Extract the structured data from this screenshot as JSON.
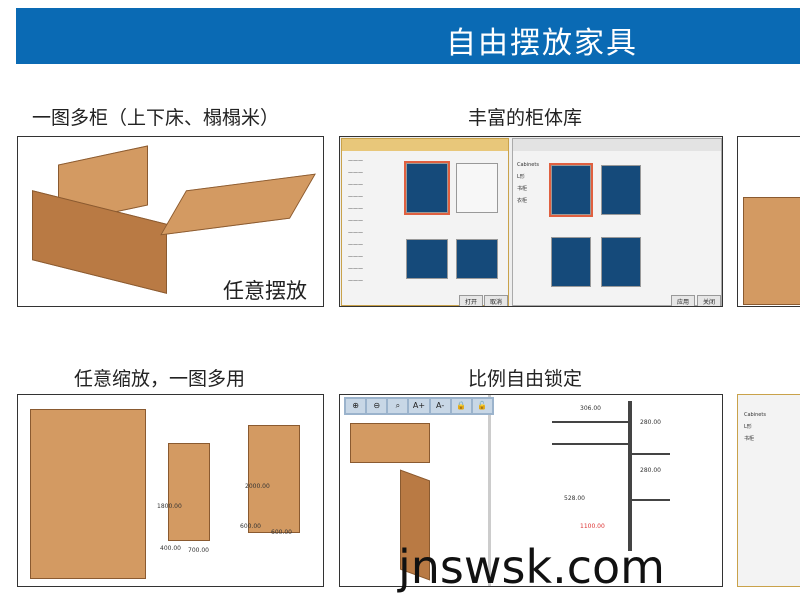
{
  "header": {
    "title": "自由摆放家具"
  },
  "sections": [
    {
      "caption": "一图多柜（上下床、榻榻米）",
      "overlay": "任意摆放"
    },
    {
      "caption": "丰富的柜体库"
    },
    {
      "caption": "任意缩放，一图多用",
      "dims": [
        "1800.00",
        "2000.00",
        "400.00",
        "600.00",
        "700.00",
        "600.00"
      ]
    },
    {
      "caption": "比例自由锁定",
      "dims": [
        "306.00",
        "280.00",
        "528.00",
        "280.00",
        "1100.00"
      ]
    }
  ],
  "library": {
    "left_buttons": [
      "打开",
      "取消"
    ],
    "right_buttons": [
      "应用",
      "关闭"
    ],
    "right_list": [
      "Cabinets",
      "L形",
      "书柜"
    ],
    "side_list": [
      "Cabinets",
      "L形",
      "书柜",
      "衣柜"
    ]
  },
  "toolbar": [
    "A+",
    "A-"
  ],
  "watermark": "jnswsk.com"
}
